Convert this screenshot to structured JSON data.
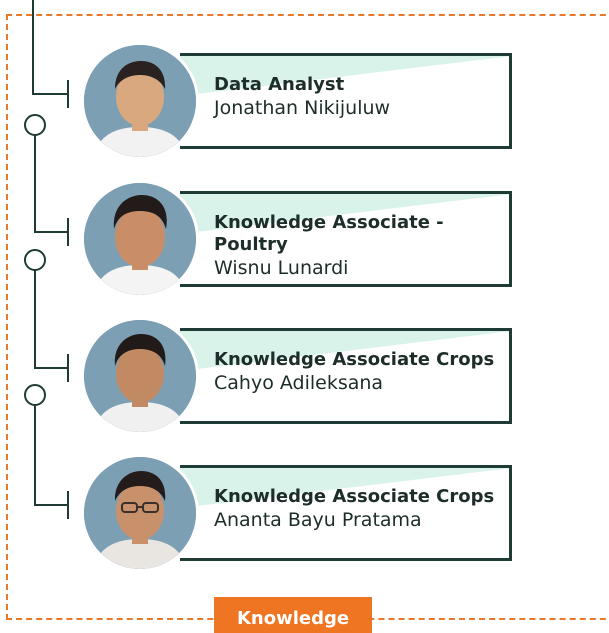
{
  "members": [
    {
      "role": "Data Analyst",
      "name": "Jonathan Nikijuluw",
      "photo": "portrait-photo"
    },
    {
      "role": "Knowledge Associate - Poultry",
      "name": "Wisnu Lunardi",
      "photo": "portrait-photo"
    },
    {
      "role": "Knowledge Associate Crops",
      "name": "Cahyo Adileksana",
      "photo": "portrait-photo"
    },
    {
      "role": "Knowledge Associate Crops",
      "name": "Ananta Bayu Pratama",
      "photo": "portrait-photo"
    }
  ],
  "footer": {
    "label": "Knowledge"
  },
  "colors": {
    "accent": "#ef7522",
    "border": "#1f3b36",
    "wedge": "#d9f2ea",
    "photo_bg": "#7c9fb3"
  }
}
